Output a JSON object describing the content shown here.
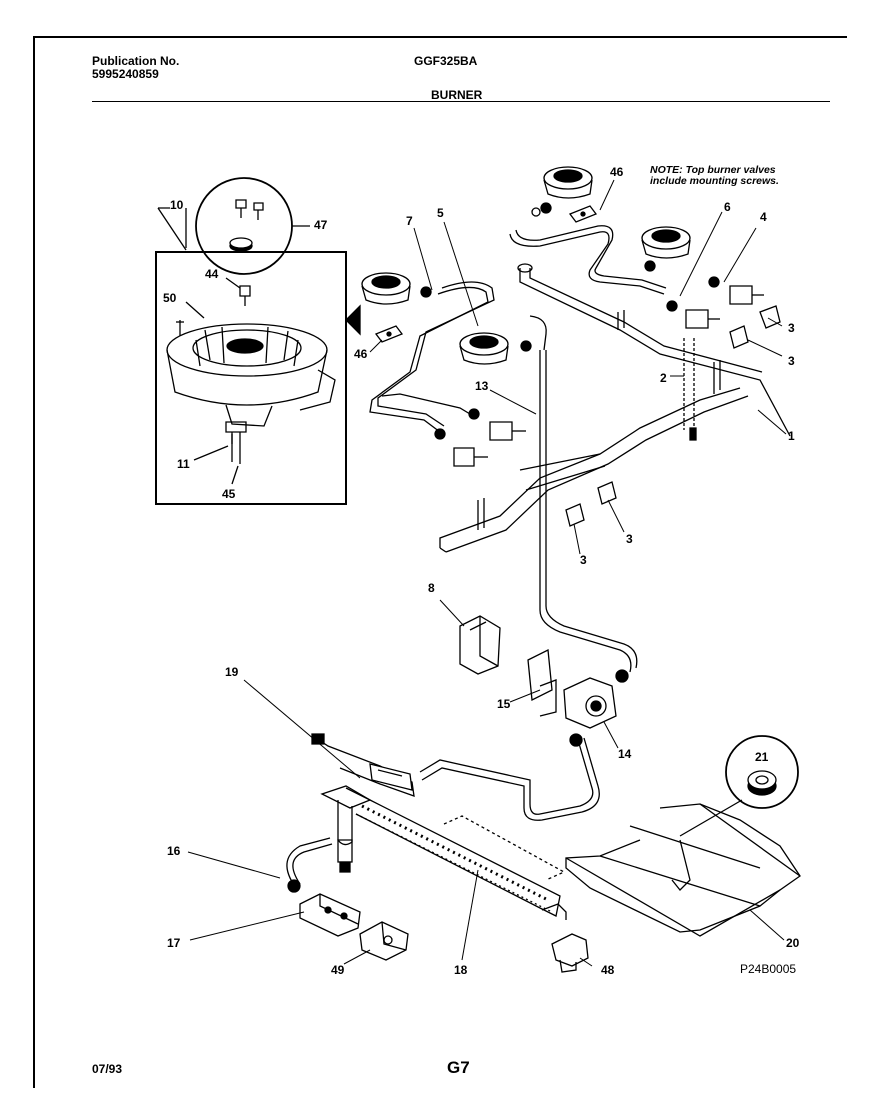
{
  "header": {
    "publication_label": "Publication No.",
    "publication_number": "5995240859",
    "model": "GGF325BA",
    "section": "BURNER"
  },
  "note": {
    "line1": "NOTE: Top burner valves",
    "line2": "include mounting screws."
  },
  "callouts": {
    "c1": "1",
    "c2": "2",
    "c3a": "3",
    "c3b": "3",
    "c3c": "3",
    "c3d": "3",
    "c4": "4",
    "c5": "5",
    "c6": "6",
    "c7": "7",
    "c8": "8",
    "c10": "10",
    "c11": "11",
    "c13": "13",
    "c14": "14",
    "c15": "15",
    "c16": "16",
    "c17": "17",
    "c18": "18",
    "c19": "19",
    "c20": "20",
    "c21": "21",
    "c44": "44",
    "c45": "45",
    "c46a": "46",
    "c46b": "46",
    "c47": "47",
    "c48": "48",
    "c49": "49",
    "c50": "50"
  },
  "figure_id": "P24B0005",
  "footer": {
    "date": "07/93",
    "page": "G7"
  }
}
